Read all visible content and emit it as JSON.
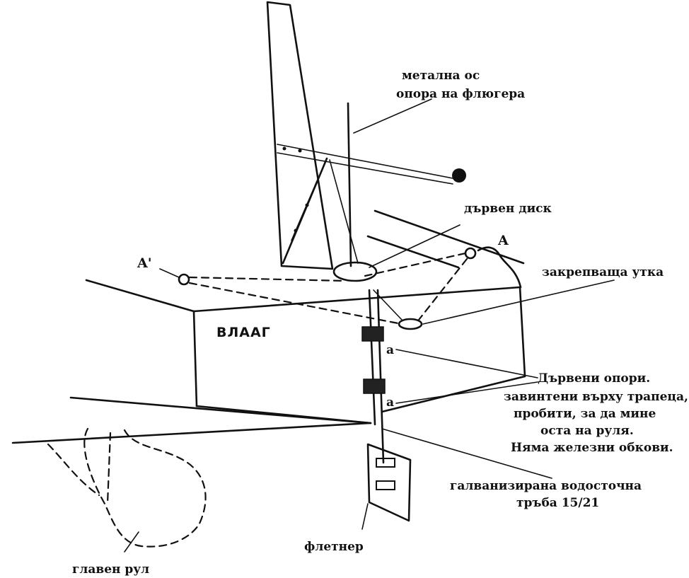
{
  "labels": {
    "metal_axis_1": "метална ос",
    "metal_axis_2": "опора на флюгера",
    "wooden_disk": "дървен диск",
    "point_a": "A",
    "point_a_prime": "A'",
    "cleat": "закрепваща утка",
    "transom": "ВЛААГ",
    "small_a_1": "а",
    "small_a_2": "а",
    "wooden_supports_1": "Дървени опори.",
    "wooden_supports_2": "завинтени върху трапеца,",
    "wooden_supports_3": "пробити,  за да мине",
    "wooden_supports_4": "оста  на  руля.",
    "wooden_supports_5": "Няма железни обкови.",
    "pipe_1": "галванизирана  водосточна",
    "pipe_2": "тръба 15/21",
    "flettner": "флетнер",
    "main_rudder": "главен  рул"
  }
}
